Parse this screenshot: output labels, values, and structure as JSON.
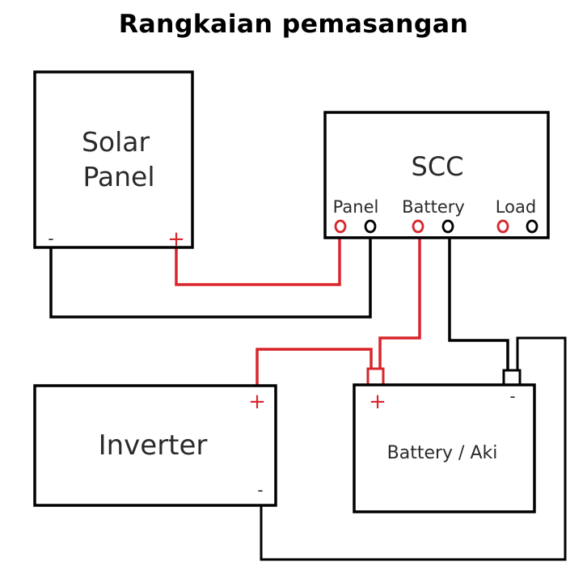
{
  "title": "Rangkaian pemasangan",
  "colors": {
    "positive": "#d9252b",
    "negative": "#000000",
    "text": "#2a2a2a"
  },
  "components": {
    "solar_panel": {
      "label_line1": "Solar",
      "label_line2": "Panel",
      "minus": "-",
      "plus": "+"
    },
    "scc": {
      "label": "SCC",
      "terminals": {
        "panel": "Panel",
        "battery": "Battery",
        "load": "Load"
      },
      "terminal_symbol": "O"
    },
    "inverter": {
      "label": "Inverter",
      "plus": "+",
      "minus": "-"
    },
    "battery": {
      "label": "Battery / Aki",
      "plus": "+",
      "minus": "-"
    }
  }
}
